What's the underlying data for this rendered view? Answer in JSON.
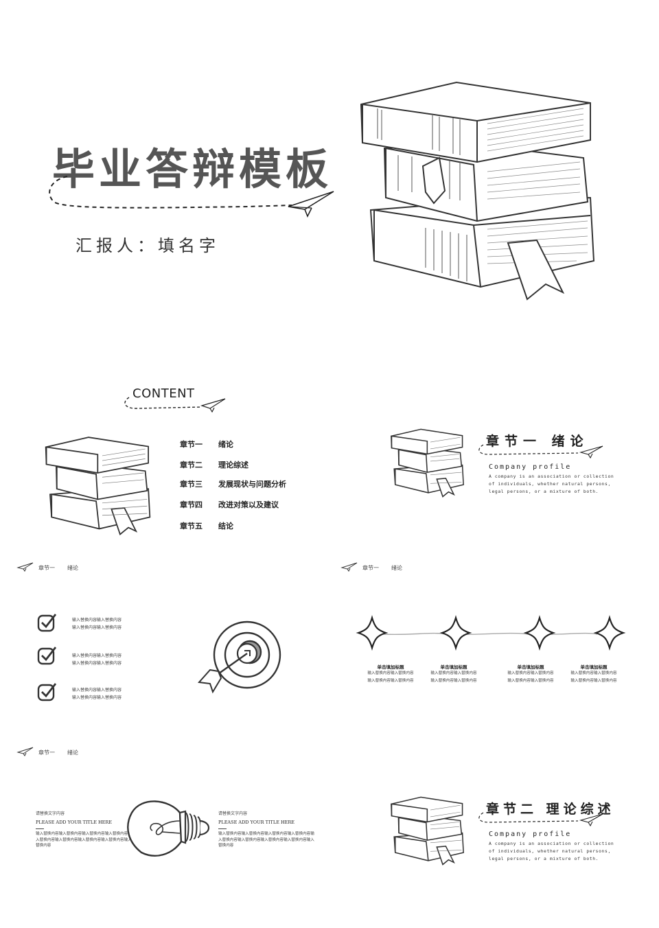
{
  "cover": {
    "title": "毕业答辩模板",
    "reporter": "汇报人：填名字"
  },
  "contents": {
    "title": "CONTENT",
    "items": [
      {
        "chapter": "章节一",
        "topic": "绪论"
      },
      {
        "chapter": "章节二",
        "topic": "理论综述"
      },
      {
        "chapter": "章节三",
        "topic": "发展现状与问题分析"
      },
      {
        "chapter": "章节四",
        "topic": "改进对策以及建议"
      },
      {
        "chapter": "章节五",
        "topic": "结论"
      }
    ]
  },
  "chapter1_section": {
    "title": "章节一 绪论",
    "subtitle": "Company profile",
    "description": "A company is an association or collection of individuals, whether natural persons, legal persons, or a mixture of both."
  },
  "checklist_slide": {
    "crumb_chapter": "章节一",
    "crumb_topic": "绪论",
    "items": [
      {
        "line1": "输入替换内容输入替换内容",
        "line2": "输入替换内容输入替换内容"
      },
      {
        "line1": "输入替换内容输入替换内容",
        "line2": "输入替换内容输入替换内容"
      },
      {
        "line1": "输入替换内容输入替换内容",
        "line2": "输入替换内容输入替换内容"
      }
    ]
  },
  "timeline_slide": {
    "crumb_chapter": "章节一",
    "crumb_topic": "绪论",
    "steps": [
      {
        "title": "单击填加标题",
        "line1": "输入替换内容输入替换内容",
        "line2": "输入替换内容输入替换内容"
      },
      {
        "title": "单击填加标题",
        "line1": "输入替换内容输入替换内容",
        "line2": "输入替换内容输入替换内容"
      },
      {
        "title": "单击填加标题",
        "line1": "输入替换内容输入替换内容",
        "line2": "输入替换内容输入替换内容"
      },
      {
        "title": "单击填加标题",
        "line1": "输入替换内容输入替换内容",
        "line2": "输入替换内容输入替换内容"
      }
    ]
  },
  "bulb_slide": {
    "crumb_chapter": "章节一",
    "crumb_topic": "绪论",
    "left": {
      "heading": "请替换文字内容",
      "english": "PLEASE ADD YOUR TITLE HERE",
      "body": "输入替换内容输入替换内容输入替换内容输入替换内容输入替换内容输入替换内容输入替换内容输入替换内容输入替换内容"
    },
    "right": {
      "heading": "请替换文字内容",
      "english": "PLEASE ADD YOUR TITLE HERE",
      "body": "输入替换内容输入替换内容输入替换内容输入替换内容输入替换内容输入替换内容输入替换内容输入替换内容输入替换内容"
    }
  },
  "chapter2_section": {
    "title": "章节二 理论综述",
    "subtitle": "Company profile",
    "description": "A company is an association or collection of individuals, whether natural persons, legal persons, or a mixture of both."
  }
}
